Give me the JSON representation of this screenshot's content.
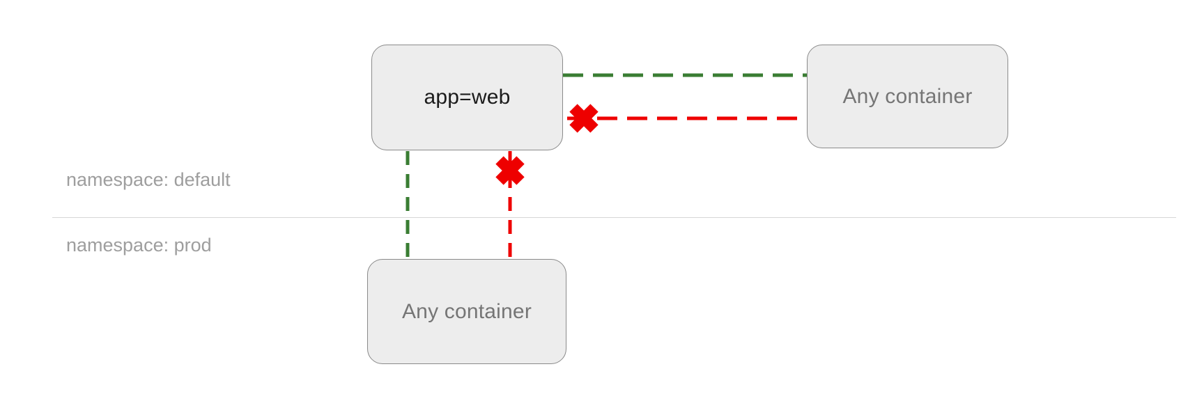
{
  "diagram": {
    "title": "network-policy-namespaces-diagram",
    "nodes": {
      "app_web": {
        "label": "app=web"
      },
      "any_container_default": {
        "label": "Any container"
      },
      "any_container_prod": {
        "label": "Any container"
      }
    },
    "namespaces": {
      "default_label": "namespace: default",
      "prod_label": "namespace: prod"
    },
    "edges": [
      {
        "from": "app_web",
        "to": "any_container_default",
        "style": "dashed",
        "status": "allowed"
      },
      {
        "from": "any_container_default",
        "to": "app_web",
        "style": "dashed",
        "status": "blocked"
      },
      {
        "from": "app_web",
        "to": "any_container_prod",
        "style": "dashed",
        "status": "allowed"
      },
      {
        "from": "any_container_prod",
        "to": "app_web",
        "style": "dashed",
        "status": "blocked"
      }
    ],
    "icons": {
      "blocked": "x-mark"
    },
    "colors": {
      "allowed": "#3a7d33",
      "blocked": "#ee0000",
      "node_fill": "#ededed",
      "node_border": "#8a8a8a",
      "node_text_primary": "#1b1b1b",
      "node_text_muted": "#757575",
      "namespace_text": "#9e9e9e",
      "divider": "#d6d6d6"
    }
  }
}
